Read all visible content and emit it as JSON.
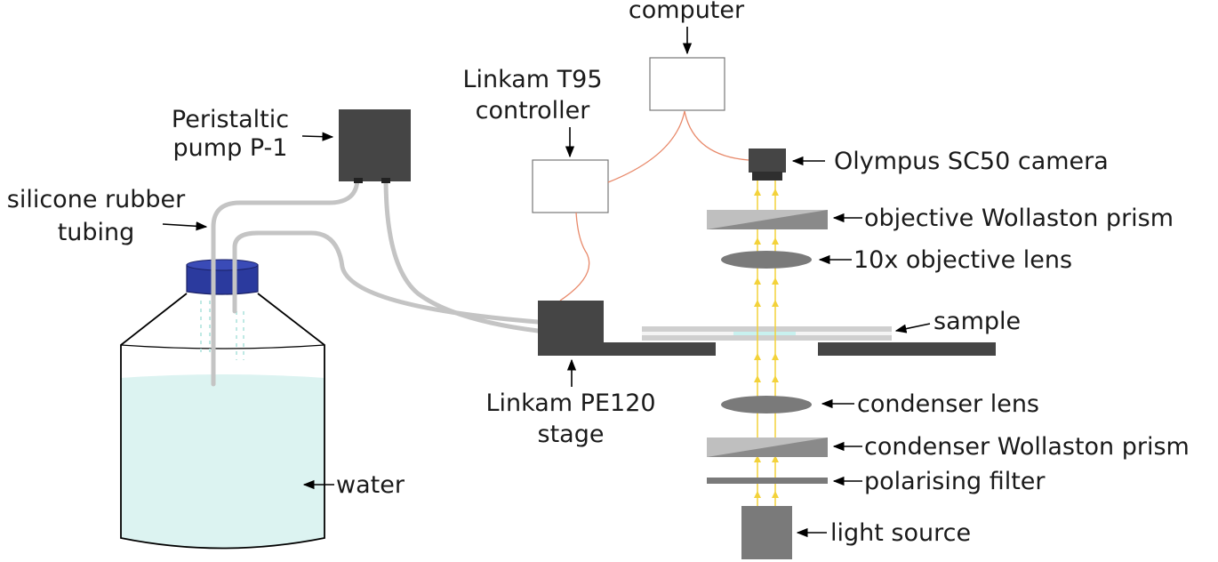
{
  "labels": {
    "computer": "computer",
    "linkam_t95_1": "Linkam T95",
    "linkam_t95_2": "controller",
    "pump_1": "Peristaltic",
    "pump_2": "pump P-1",
    "tubing_1": "silicone rubber",
    "tubing_2": "tubing",
    "camera": "Olympus SC50 camera",
    "objective_prism": "objective Wollaston prism",
    "objective_lens": "10x objective lens",
    "sample": "sample",
    "stage_1": "Linkam PE120",
    "stage_2": "stage",
    "condenser_lens": "condenser lens",
    "condenser_prism": "condenser Wollaston prism",
    "polarising_filter": "polarising filter",
    "light_source": "light source",
    "water": "water"
  },
  "colors": {
    "device_dark": "#454545",
    "device_mid": "#8a8a8a",
    "cap_blue": "#2b3a9e",
    "water": "#dcf3f1",
    "light_ray": "#f3d23a",
    "cable": "#e8896a",
    "tubing": "#c4c4c4"
  }
}
